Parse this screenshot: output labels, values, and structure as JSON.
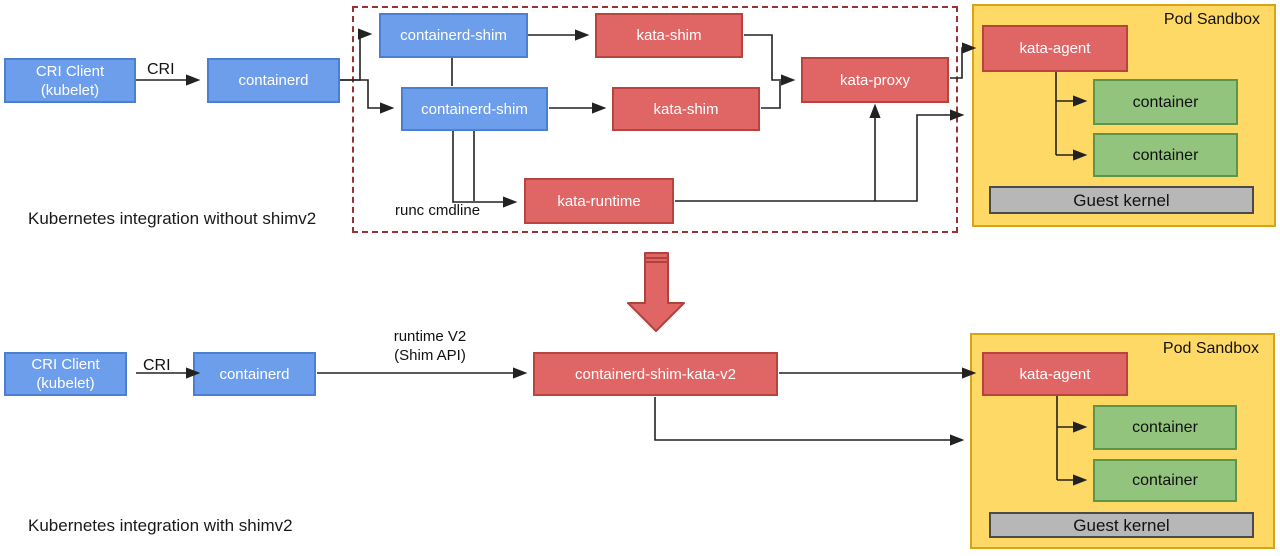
{
  "colors": {
    "blue_fill": "#6d9eeb",
    "blue_border": "#4a7fd1",
    "red_fill": "#e06666",
    "red_border": "#b8443c",
    "yellow_fill": "#ffd966",
    "yellow_border": "#d7a514",
    "green_fill": "#93c47d",
    "green_border": "#5d9648",
    "gray_fill": "#b7b7b7",
    "gray_border": "#4a4a4a",
    "dashed_box_border": "#993333",
    "connector": "#222222",
    "big_arrow_fill": "#e06666",
    "big_arrow_border": "#b0413c"
  },
  "top_diagram": {
    "section_label": "Kubernetes integration without shimv2",
    "cri_client": {
      "line1": "CRI Client",
      "line2": "(kubelet)"
    },
    "cri_arrow_label": "CRI",
    "containerd": "containerd",
    "containerd_shim_1": "containerd-shim",
    "containerd_shim_2": "containerd-shim",
    "kata_shim_1": "kata-shim",
    "kata_shim_2": "kata-shim",
    "kata_proxy": "kata-proxy",
    "kata_runtime": "kata-runtime",
    "runc_cmdline_label": "runc cmdline",
    "pod_sandbox": {
      "title": "Pod Sandbox",
      "kata_agent": "kata-agent",
      "container_1": "container",
      "container_2": "container",
      "guest_kernel": "Guest kernel"
    }
  },
  "bottom_diagram": {
    "section_label": "Kubernetes integration with shimv2",
    "cri_client": {
      "line1": "CRI Client",
      "line2": "(kubelet)"
    },
    "cri_arrow_label": "CRI",
    "containerd": "containerd",
    "runtime_v2_label": {
      "line1": "runtime V2",
      "line2": "(Shim API)"
    },
    "containerd_shim_kata_v2": "containerd-shim-kata-v2",
    "pod_sandbox": {
      "title": "Pod Sandbox",
      "kata_agent": "kata-agent",
      "container_1": "container",
      "container_2": "container",
      "guest_kernel": "Guest kernel"
    }
  }
}
